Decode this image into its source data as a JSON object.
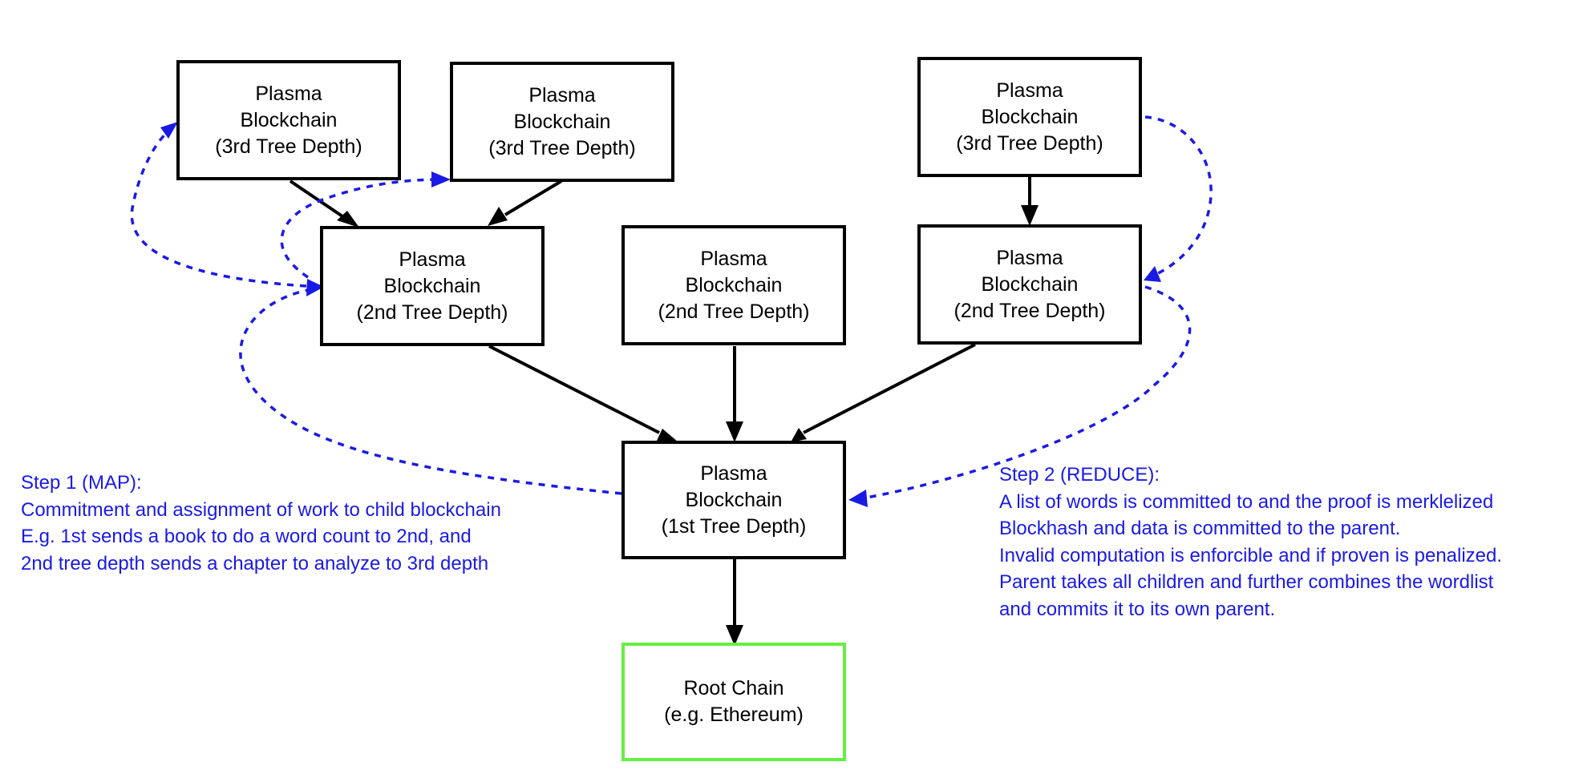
{
  "colors": {
    "node_border": "#000000",
    "root_border": "#66ee44",
    "annotation": "#1a1ae6",
    "arrow": "#000000",
    "dashed_arrow": "#1a1ae6"
  },
  "nodes": {
    "d3_left": {
      "line1": "Plasma",
      "line2": "Blockchain",
      "line3": "(3rd Tree Depth)"
    },
    "d3_middle": {
      "line1": "Plasma",
      "line2": "Blockchain",
      "line3": "(3rd Tree Depth)"
    },
    "d3_right": {
      "line1": "Plasma",
      "line2": "Blockchain",
      "line3": "(3rd Tree Depth)"
    },
    "d2_left": {
      "line1": "Plasma",
      "line2": "Blockchain",
      "line3": "(2nd Tree Depth)"
    },
    "d2_middle": {
      "line1": "Plasma",
      "line2": "Blockchain",
      "line3": "(2nd Tree Depth)"
    },
    "d2_right": {
      "line1": "Plasma",
      "line2": "Blockchain",
      "line3": "(2nd Tree Depth)"
    },
    "d1": {
      "line1": "Plasma",
      "line2": "Blockchain",
      "line3": "(1st Tree Depth)"
    },
    "root": {
      "line1": "Root Chain",
      "line2": "(e.g. Ethereum)"
    }
  },
  "step1": {
    "title": "Step 1 (MAP):",
    "lines": [
      "Commitment and assignment of work to child blockchain",
      "E.g. 1st sends a book to do a word count to 2nd, and",
      "2nd tree depth sends a chapter to analyze to 3rd depth"
    ]
  },
  "step2": {
    "title": "Step 2 (REDUCE):",
    "lines": [
      "A list of words is committed to and the proof is merklelized",
      "Blockhash and data is committed to the parent.",
      "Invalid computation is enforcible and if proven is penalized.",
      "Parent takes all children and further combines the wordlist",
      "and commits it to its own parent."
    ]
  }
}
